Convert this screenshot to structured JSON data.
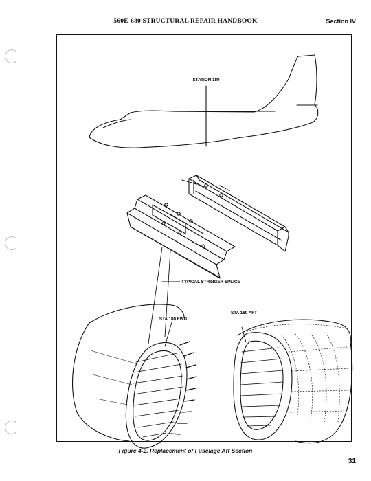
{
  "header": {
    "title": "560E-680 STRUCTURAL REPAIR HANDBOOK",
    "section": "Section IV"
  },
  "figure": {
    "caption": "Figure 4-2.  Replacement of Fuselage Aft Section",
    "labels": {
      "station": "STATION 180",
      "splice": "TYPICAL STRINGER SPLICE",
      "fwd": "STA 180 FWD",
      "aft": "STA 180 AFT"
    }
  },
  "footer": {
    "page_number": "31"
  }
}
